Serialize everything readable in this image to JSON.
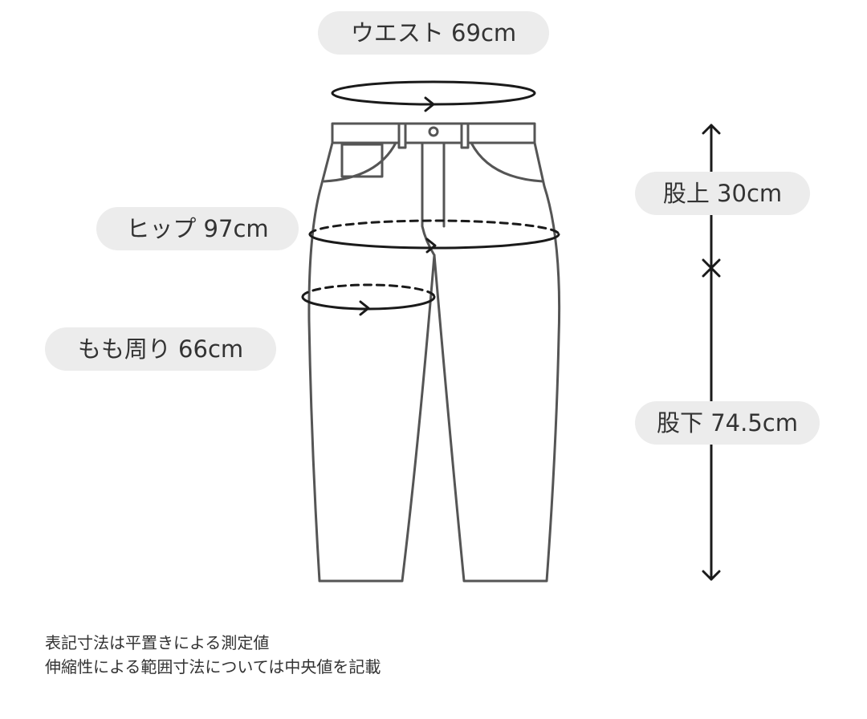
{
  "measurements": {
    "waist": "ウエスト 69cm",
    "hip": "ヒップ 97cm",
    "thigh": "もも周り 66cm",
    "rise": "股上 30cm",
    "inseam": "股下 74.5cm"
  },
  "notes": {
    "line1": "表記寸法は平置きによる測定値",
    "line2": "伸縮性による範囲寸法については中央値を記載"
  },
  "colors": {
    "outline": "#555555",
    "arrow": "#1a1a1a",
    "label_background": "#ececec"
  },
  "icons": {
    "pants": "pants-outline-icon",
    "waist_arrow": "circular-arrow-icon",
    "hip_arrow": "dashed-circular-arrow-icon",
    "thigh_arrow": "dashed-circular-arrow-icon",
    "rise_arrow": "vertical-double-arrow-icon",
    "inseam_arrow": "vertical-double-arrow-icon"
  }
}
